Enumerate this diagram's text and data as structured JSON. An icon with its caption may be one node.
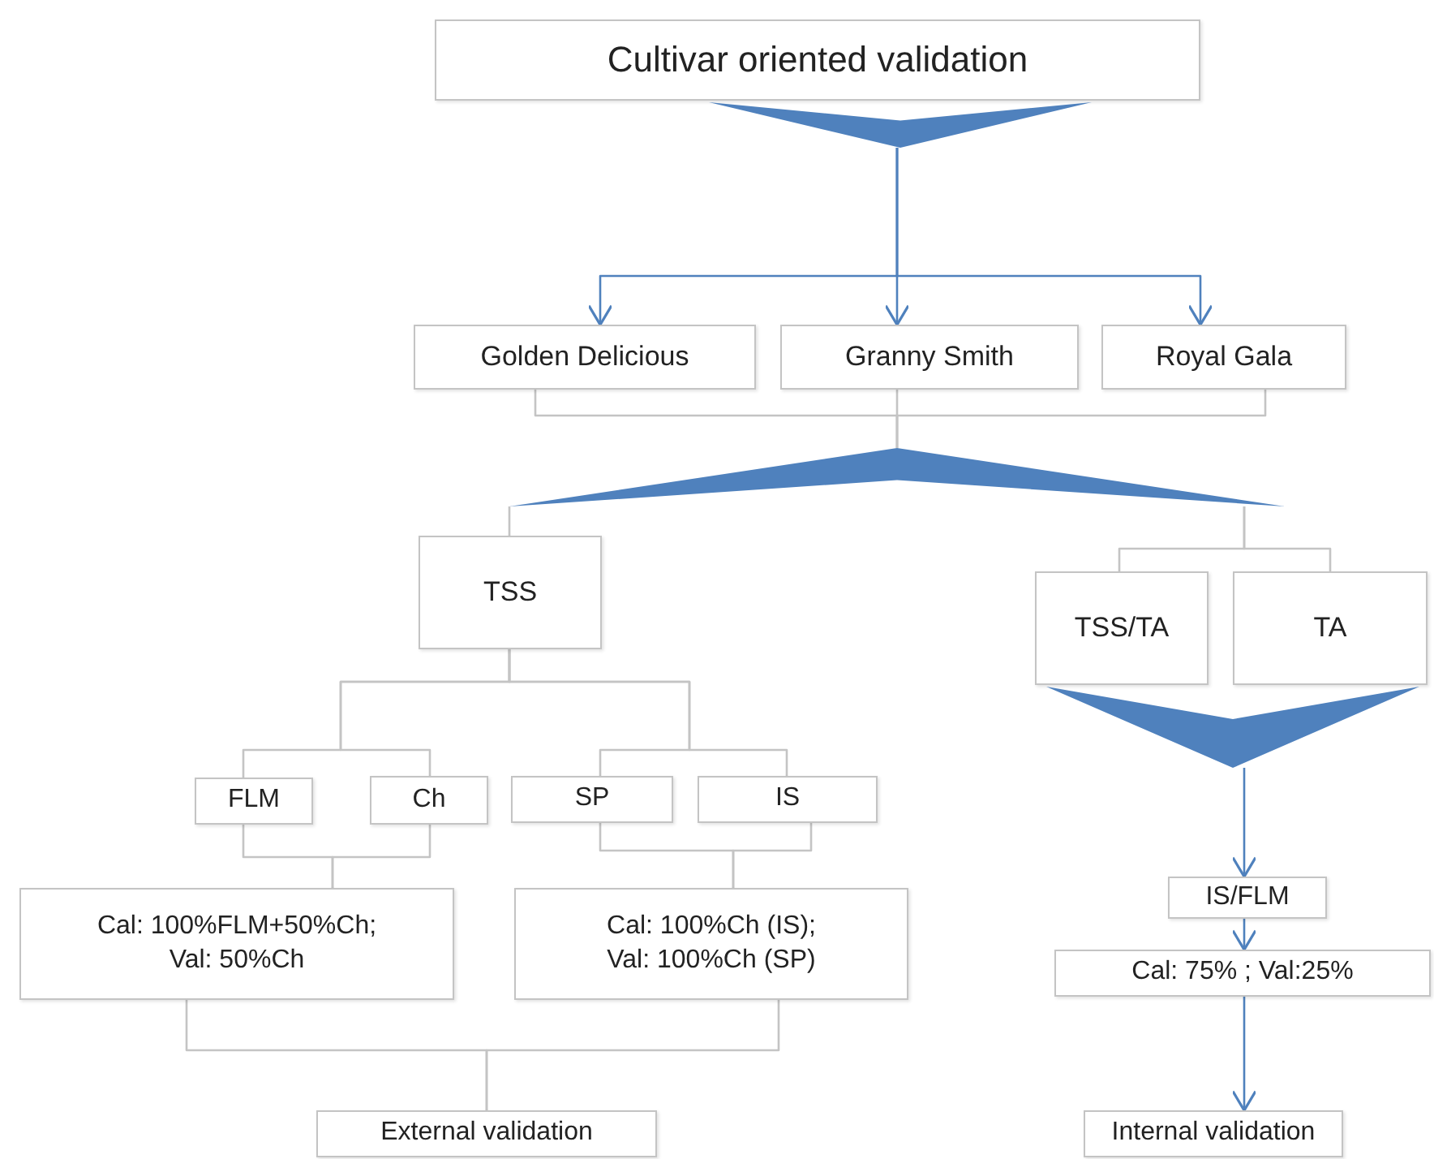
{
  "diagram": {
    "nodes": [
      {
        "text": [
          "Cultivar oriented validation"
        ]
      },
      {
        "text": [],
        "shape": "chevron"
      },
      {
        "text": [
          "Golden Delicious"
        ]
      },
      {
        "text": [
          "Granny Smith"
        ]
      },
      {
        "text": [
          "Royal Gala"
        ]
      },
      {
        "text": [],
        "shape": "chevron"
      },
      {
        "text": [
          "TSS"
        ]
      },
      {
        "text": [
          "TSS/TA"
        ]
      },
      {
        "text": [
          "TA"
        ]
      },
      {
        "text": [],
        "shape": "chevron"
      },
      {
        "text": [
          "FLM"
        ]
      },
      {
        "text": [
          "Ch"
        ]
      },
      {
        "text": [
          "SP"
        ]
      },
      {
        "text": [
          "IS"
        ]
      },
      {
        "text": [
          "Cal: 100%FLM+50%Ch; Val: 50%Ch"
        ]
      },
      {
        "text": [
          "Cal: 100%Ch (IS); Val: 100%Ch (SP)"
        ]
      },
      {
        "text": [
          "IS/FLM"
        ]
      },
      {
        "text": [
          "Cal: 75% ; Val:25%"
        ]
      },
      {
        "text": [
          "External validation"
        ]
      },
      {
        "text": [
          "Internal validation"
        ]
      }
    ],
    "edges": [
      {
        "from": 1,
        "to": 2,
        "arrow": "to",
        "color": "#4f81bd"
      },
      {
        "from": 1,
        "to": 3,
        "arrow": "to",
        "color": "#4f81bd"
      },
      {
        "from": 1,
        "to": 4,
        "arrow": "to",
        "color": "#4f81bd"
      },
      {
        "from": 2,
        "to": 5,
        "arrow": "none"
      },
      {
        "from": 3,
        "to": 5,
        "arrow": "none"
      },
      {
        "from": 4,
        "to": 5,
        "arrow": "none"
      },
      {
        "from": 5,
        "to": 6,
        "arrow": "none"
      },
      {
        "from": 5,
        "to": 7,
        "arrow": "none"
      },
      {
        "from": 5,
        "to": 8,
        "arrow": "none"
      },
      {
        "from": 6,
        "to": 10,
        "arrow": "none"
      },
      {
        "from": 6,
        "to": 11,
        "arrow": "none"
      },
      {
        "from": 6,
        "to": 12,
        "arrow": "none"
      },
      {
        "from": 6,
        "to": 13,
        "arrow": "none"
      },
      {
        "from": 10,
        "to": 14,
        "arrow": "none"
      },
      {
        "from": 11,
        "to": 14,
        "arrow": "none"
      },
      {
        "from": 12,
        "to": 15,
        "arrow": "none"
      },
      {
        "from": 13,
        "to": 15,
        "arrow": "none"
      },
      {
        "from": 14,
        "to": 18,
        "arrow": "none"
      },
      {
        "from": 15,
        "to": 18,
        "arrow": "none"
      },
      {
        "from": 9,
        "to": 16,
        "arrow": "to",
        "color": "#4f81bd"
      },
      {
        "from": 16,
        "to": 17,
        "arrow": "to",
        "color": "#4f81bd"
      },
      {
        "from": 17,
        "to": 19,
        "arrow": "to",
        "color": "#4f81bd"
      }
    ]
  }
}
